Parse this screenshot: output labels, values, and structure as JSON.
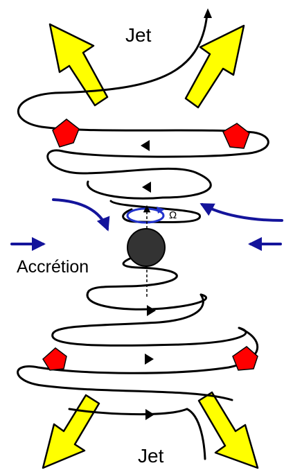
{
  "labels": {
    "jet_top": "Jet",
    "jet_bottom": "Jet",
    "accretion": "Accrétion",
    "omega": "Ω"
  },
  "colors": {
    "jet_arrow_fill": "#ffff00",
    "jet_arrow_stroke": "#000000",
    "accretion_arrow": "#14149b",
    "blob_fill": "#ff0000",
    "black_hole": "#333333",
    "spiral_line": "#000000",
    "rotation_ring": "#2233cc"
  },
  "icons": {
    "jet_arrow": "thick-arrow-icon",
    "accretion_arrow": "curved-arrow-icon",
    "blob": "pentagon-blob-icon",
    "black_hole": "filled-circle-icon",
    "rotation": "rotation-arrow-icon"
  }
}
